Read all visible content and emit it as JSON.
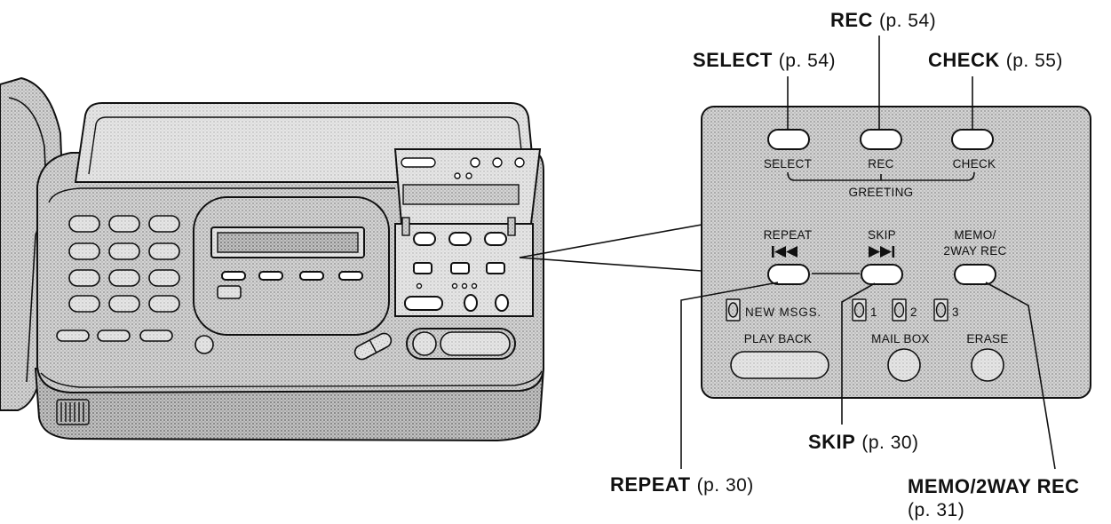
{
  "callouts": {
    "select": {
      "name": "SELECT",
      "page": "(p. 54)"
    },
    "rec": {
      "name": "REC",
      "page": "(p. 54)"
    },
    "check": {
      "name": "CHECK",
      "page": "(p. 55)"
    },
    "repeat": {
      "name": "REPEAT",
      "page": "(p. 30)"
    },
    "skip": {
      "name": "SKIP",
      "page": "(p. 30)"
    },
    "memo_2way_rec": {
      "name": "MEMO/2WAY REC",
      "page": "(p. 31)"
    }
  },
  "panel": {
    "greeting": {
      "buttons": [
        "SELECT",
        "REC",
        "CHECK"
      ],
      "group_label": "GREETING"
    },
    "playback_controls": {
      "repeat": "REPEAT",
      "skip": "SKIP",
      "memo_line1": "MEMO/",
      "memo_line2": "2WAY REC"
    },
    "indicators": {
      "new_msgs": "NEW MSGS.",
      "mailboxes": [
        "1",
        "2",
        "3"
      ]
    },
    "bottom_buttons": {
      "play_back": "PLAY BACK",
      "mail_box": "MAIL BOX",
      "erase": "ERASE"
    }
  },
  "icons": {
    "repeat": "rewind-icon",
    "skip": "skip-forward-icon",
    "indicator": "led-indicator-icon"
  },
  "colors": {
    "panel_fill": "#d4d4d4",
    "stipple": "#8c8c8c",
    "ink": "#111111",
    "button_fill": "#ffffff"
  }
}
